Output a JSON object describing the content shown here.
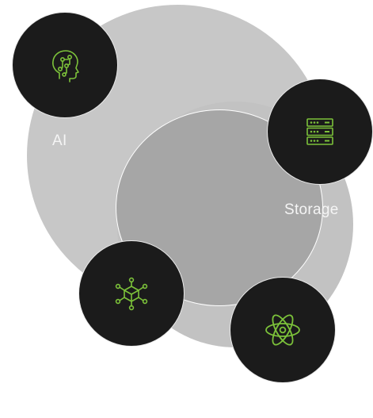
{
  "labels": {
    "ai": "AI",
    "storage": "Storage"
  },
  "nodes": [
    {
      "name": "ai-node",
      "icon": "ai-head-icon"
    },
    {
      "name": "storage-node",
      "icon": "server-rack-icon"
    },
    {
      "name": "network-node",
      "icon": "network-cube-icon"
    },
    {
      "name": "science-node",
      "icon": "atom-icon"
    }
  ],
  "colors": {
    "outer_circle": "#c7c7c7",
    "inner_circle": "#a6a6a6",
    "node_fill": "#1b1b1b",
    "icon_green": "#7cc23a",
    "label_text": "#f5f5f5"
  }
}
